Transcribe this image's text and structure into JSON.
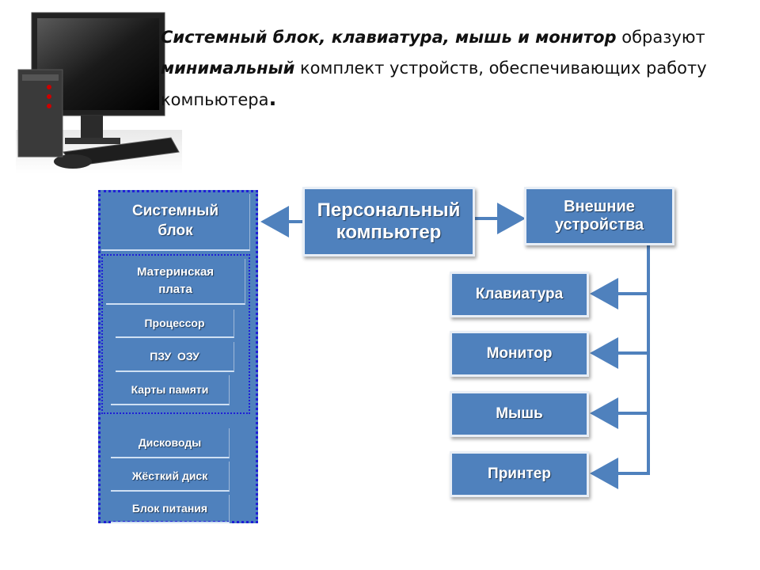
{
  "intro": {
    "bold_subjects": "Системный блок, клавиатура, мышь и монитор",
    "text1": " образуют",
    "bold_minimal": "минимальный",
    "text2": " комплект устройств, обеспечивающих работу компьютера",
    "period": "."
  },
  "colors": {
    "box": "#4f81bd",
    "panel_border": "#1f1fd6",
    "connector": "#4f81bd"
  },
  "diagram": {
    "root": "Персональный компьютер",
    "system_block": {
      "title": "Системный блок",
      "motherboard": "Материнская плата",
      "board_parts": [
        "Процессор",
        "ПЗУ  ОЗУ",
        "Карты памяти"
      ],
      "drives": [
        "Дисководы",
        "Жёсткий диск",
        "Блок питания"
      ]
    },
    "external": {
      "title": "Внешние устройства",
      "devices": [
        "Клавиатура",
        "Монитор",
        "Мышь",
        "Принтер"
      ]
    }
  }
}
